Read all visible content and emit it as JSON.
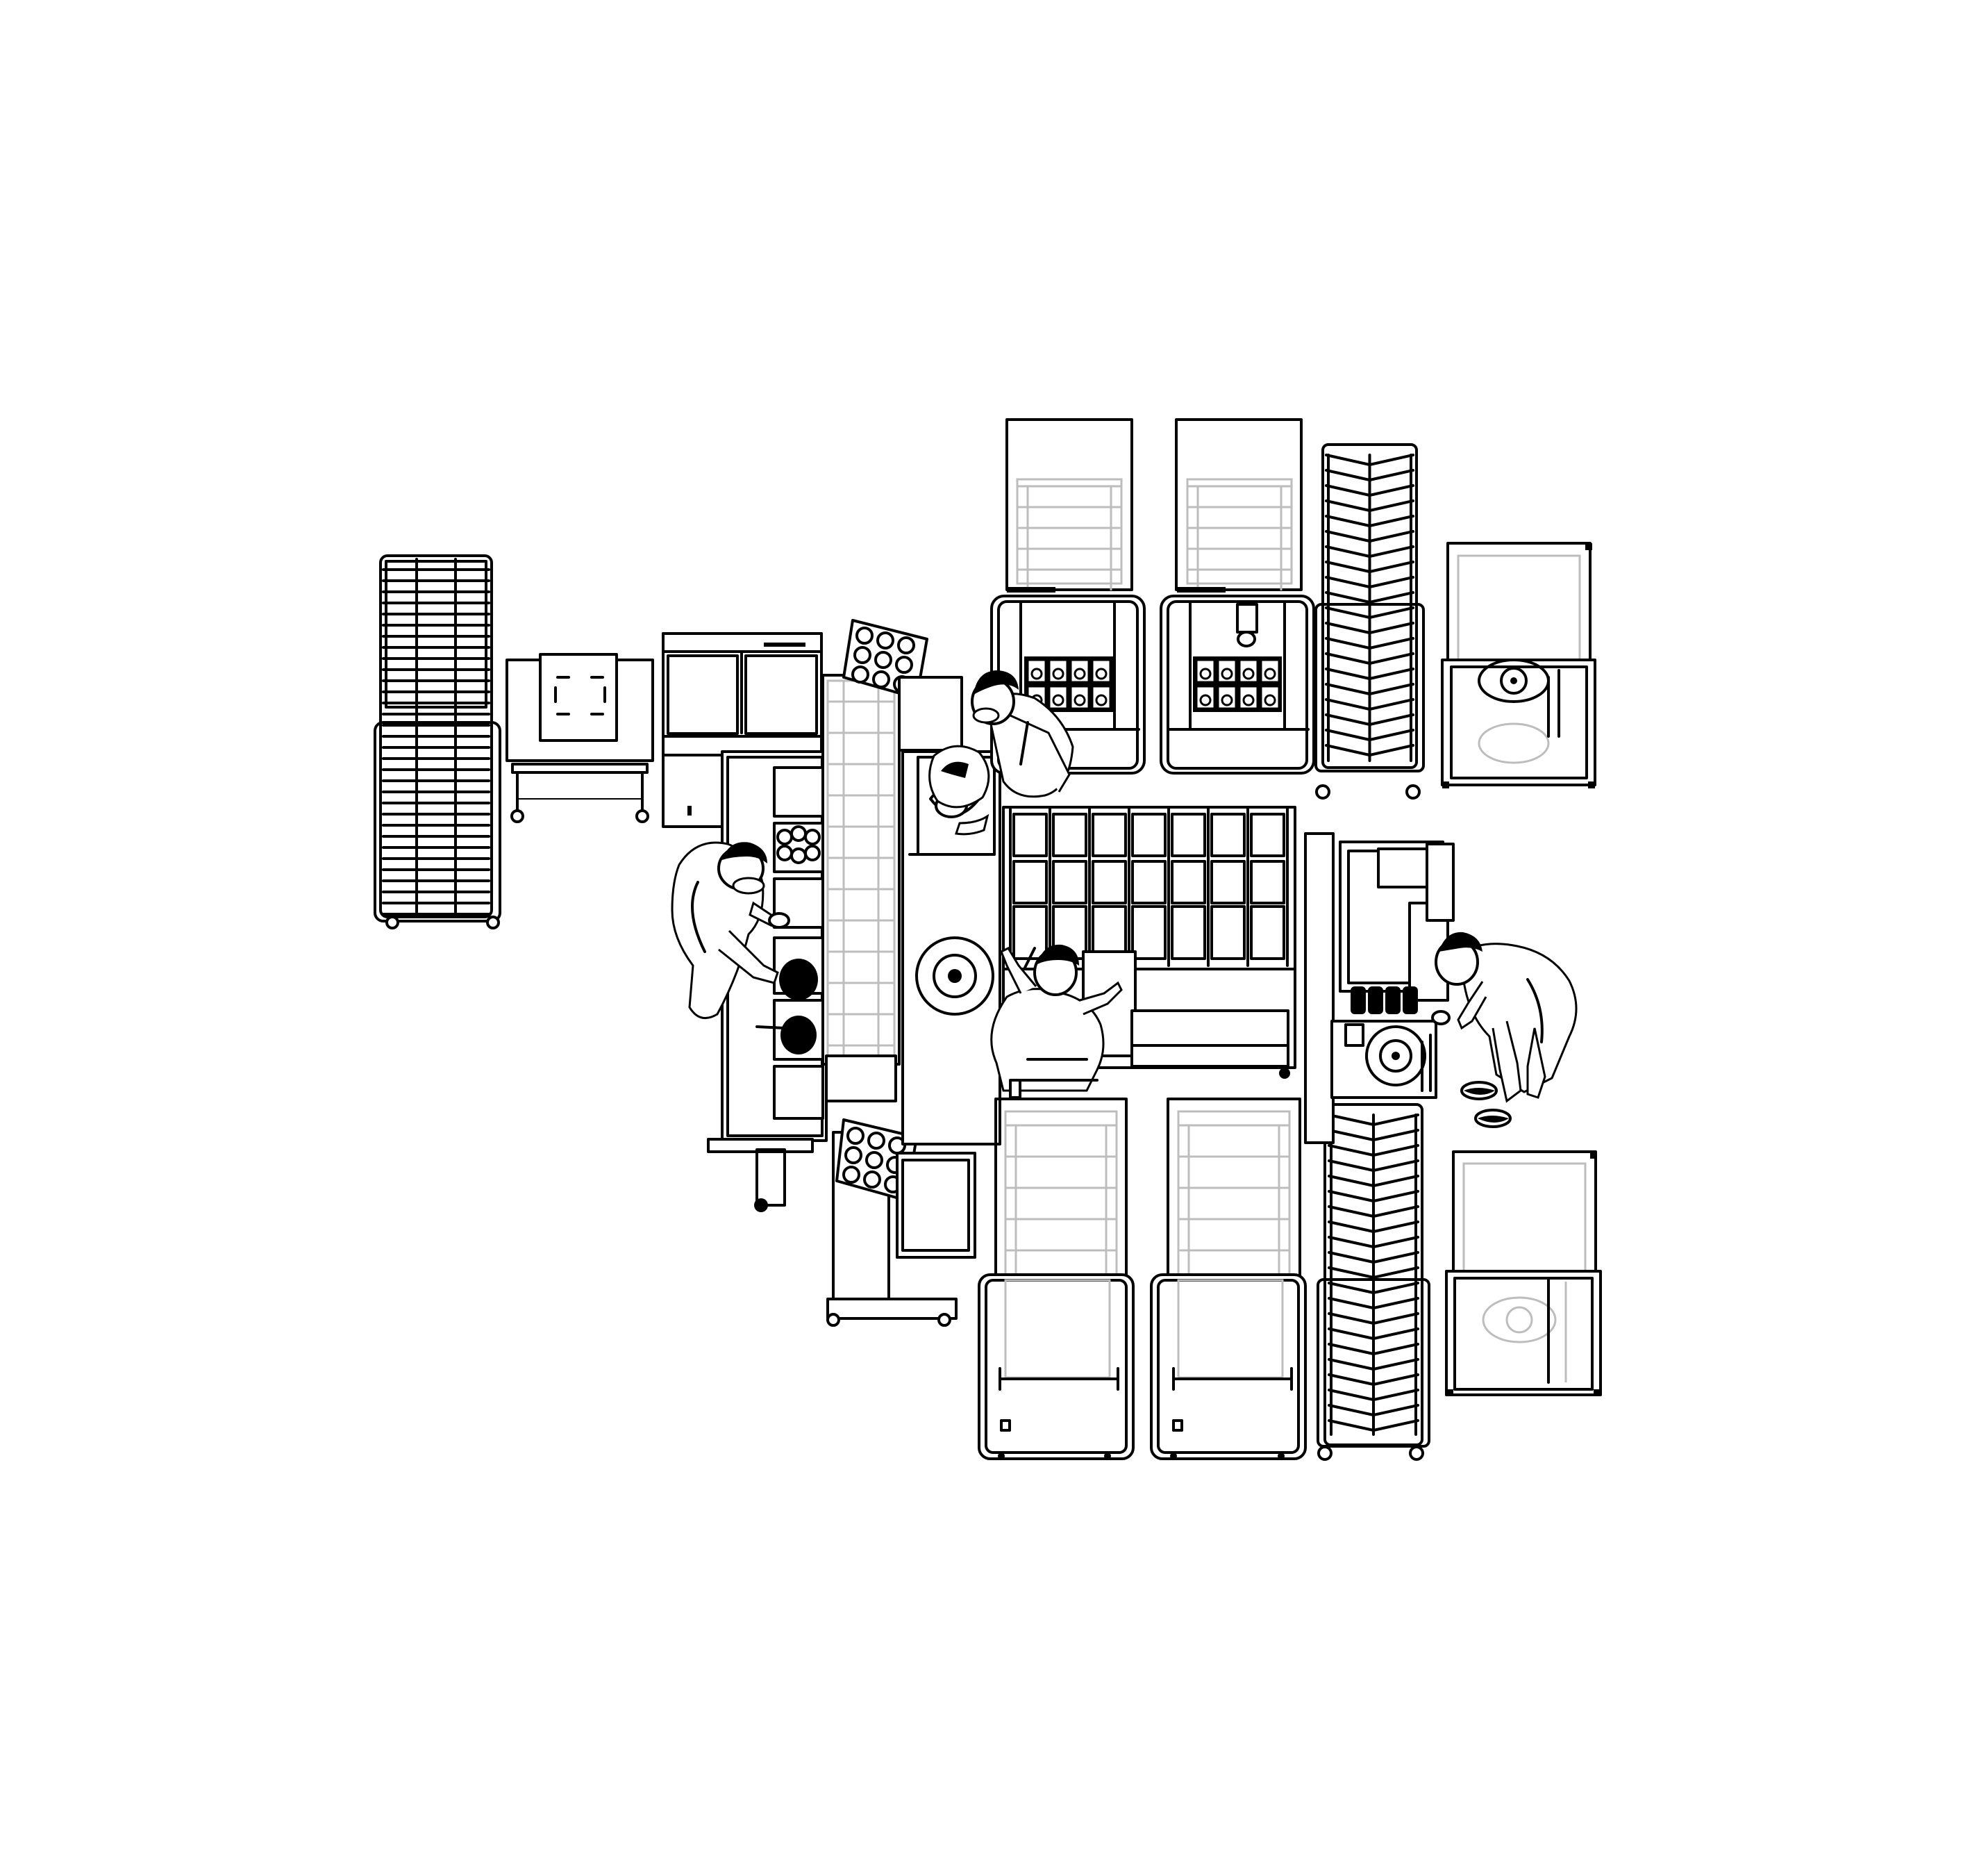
{
  "colors": {
    "background": "#ffffff",
    "ink": "#000000",
    "ghost": "#bdbdbd",
    "fill": "#ffffff"
  },
  "elements": [
    {
      "name": "speed-rack-left",
      "kind": "rack"
    },
    {
      "name": "small-prep-table",
      "kind": "table"
    },
    {
      "name": "undercounter-refrigerator",
      "kind": "fridge"
    },
    {
      "name": "pan-rack-top",
      "kind": "pan-rack"
    },
    {
      "name": "pan-rack-bottom",
      "kind": "pan-rack"
    },
    {
      "name": "cook-station-counter",
      "kind": "counter"
    },
    {
      "name": "pass-through-shelf",
      "kind": "shelf"
    },
    {
      "name": "center-prep-counter",
      "kind": "counter"
    },
    {
      "name": "ingredient-bin-grid",
      "kind": "bins"
    },
    {
      "name": "open-fridge-top-1",
      "kind": "open-fridge"
    },
    {
      "name": "open-fridge-top-2",
      "kind": "open-fridge"
    },
    {
      "name": "open-fridge-bottom-1",
      "kind": "open-fridge"
    },
    {
      "name": "open-fridge-bottom-2",
      "kind": "open-fridge"
    },
    {
      "name": "speed-rack-top-right",
      "kind": "rack"
    },
    {
      "name": "speed-rack-bottom-right",
      "kind": "rack"
    },
    {
      "name": "glass-cabinet-top-right",
      "kind": "cabinet"
    },
    {
      "name": "glass-cabinet-bottom-right",
      "kind": "cabinet"
    },
    {
      "name": "right-side-station",
      "kind": "station"
    },
    {
      "name": "staff-person-top",
      "kind": "person"
    },
    {
      "name": "staff-person-left",
      "kind": "person"
    },
    {
      "name": "staff-person-center",
      "kind": "person"
    },
    {
      "name": "staff-person-right",
      "kind": "person"
    }
  ]
}
